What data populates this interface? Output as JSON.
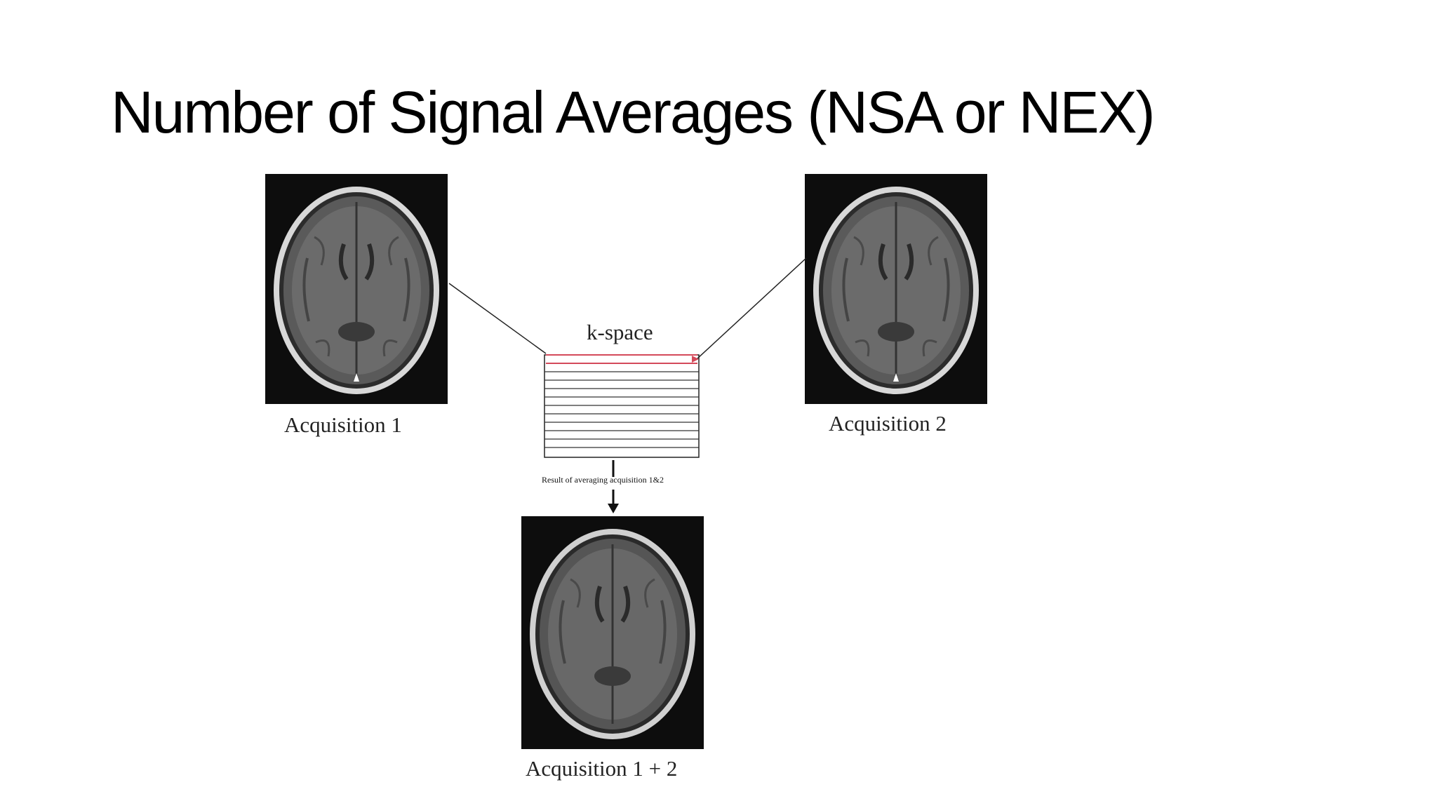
{
  "slide": {
    "title": "Number of Signal Averages (NSA or NEX)"
  },
  "diagram": {
    "acquisition_1_caption": "Acquisition 1",
    "acquisition_2_caption": "Acquisition 2",
    "combined_caption": "Acquisition 1 + 2",
    "kspace_label": "k-space",
    "averaging_note": "Result of averaging acquisition 1&2"
  },
  "colors": {
    "background": "#ffffff",
    "image_background": "#0d0d0d",
    "kspace_highlight": "#d44a5a",
    "connector": "#222222"
  }
}
